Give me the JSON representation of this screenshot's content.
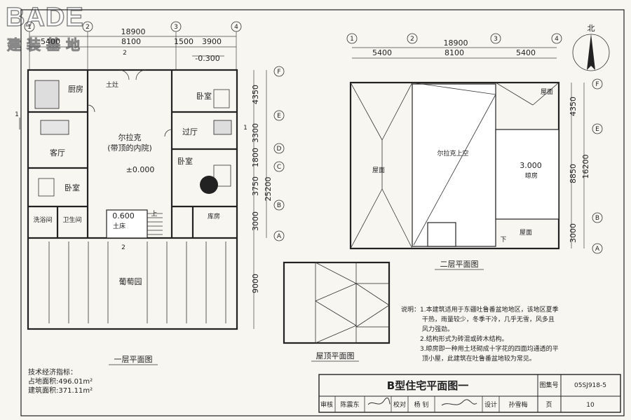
{
  "logo": {
    "main": "BADE",
    "sub": "建装基地"
  },
  "ground_floor": {
    "caption": "一层平面图",
    "rooms": {
      "kitchen": "厨房",
      "stove": "土灶",
      "living": "客厅",
      "courtyard": "尔拉克",
      "courtyard_sub": "(带顶的内院)",
      "level": "±0.000",
      "bedroom_left": "卧室",
      "bath": "洗浴间",
      "toilet": "卫生间",
      "bedroom_right_top": "卧室",
      "hall": "过厅",
      "bedroom_right_mid": "卧室",
      "storage": "库房",
      "kang": "土床",
      "kang_level": "0.600",
      "kang_up": "上",
      "vineyard": "葡萄园",
      "outer_level": "-0.300"
    },
    "dims_top_total": "18900",
    "dims_top": [
      "5400",
      "8100",
      "1500",
      "3900"
    ],
    "dims_right": [
      "4350",
      "3300",
      "1800",
      "3750",
      "3000",
      "9000"
    ],
    "dims_right_total": "25200",
    "axes_top": [
      "1",
      "2",
      "3",
      "4"
    ],
    "axes_right": [
      "F",
      "E",
      "D",
      "C",
      "B",
      "A"
    ],
    "section_marks": [
      "2",
      "2",
      "1",
      "1"
    ]
  },
  "second_floor": {
    "caption": "二层平面图",
    "dims_top_total": "18900",
    "dims_top": [
      "5400",
      "8100",
      "5400"
    ],
    "dims_right": [
      "4350",
      "8850",
      "3000"
    ],
    "dims_right_total": "16200",
    "axes_top": [
      "1",
      "2",
      "3",
      "4"
    ],
    "axes_right": [
      "F",
      "E",
      "B",
      "A"
    ],
    "rooms": {
      "roof_left": "屋面",
      "void": "尔拉克上空",
      "roof_top_right": "屋面",
      "drying_level": "3.000",
      "drying": "晾房",
      "roof_bottom_right": "屋面",
      "down": "下"
    },
    "north": "北"
  },
  "roof_plan": {
    "caption": "屋顶平面图"
  },
  "notes": {
    "lines": [
      "说明：1.本建筑适用于东疆吐鲁番盆地地区，该地区夏季",
      "　　　  干热，雨量较少，冬季干冷，几乎无雪，风多且",
      "　　　  风力强劲。",
      "　　　2.结构形式为砖混或砖木结构。",
      "　　　3.晾房即一种用土坯砌成十字花的四面均通透的平",
      "　　　  顶小屋，此建筑在吐鲁番盆地较为常见。"
    ]
  },
  "tech": {
    "title": "技术经济指标：",
    "site": "占地面积:496.01m²",
    "building": "建筑面积:371.11m²"
  },
  "titleblock": {
    "title": "B型住宅平面图一",
    "atlas_label": "图集号",
    "atlas_no": "05SJ918-5",
    "review_label": "审核",
    "review_name": "陈震东",
    "check_label": "校对",
    "check_name": "杨 钊",
    "design_label": "设计",
    "design_name": "孙雪梅",
    "page_label": "页",
    "page_no": "10"
  }
}
